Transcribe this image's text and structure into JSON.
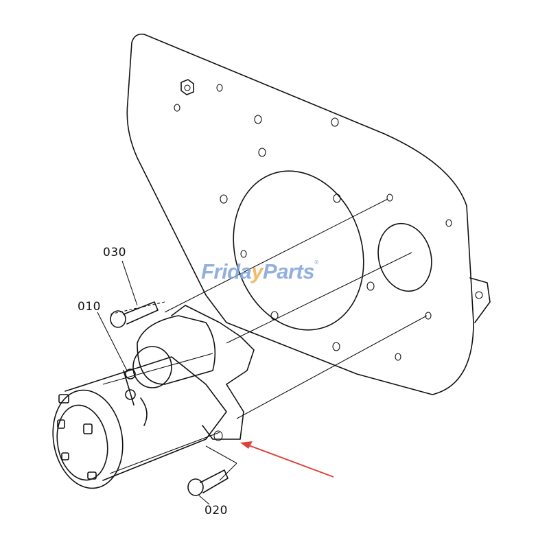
{
  "diagram": {
    "part_labels": [
      {
        "id": "030",
        "text": "030"
      },
      {
        "id": "010",
        "text": "010"
      },
      {
        "id": "020",
        "text": "020"
      }
    ],
    "watermark": {
      "text_before": "Frida",
      "text_accent": "y",
      "text_after": "Parts",
      "mark": "®"
    },
    "colors": {
      "line": "#111111",
      "watermark_blue": "#7fa3d6",
      "watermark_orange": "#f0b050",
      "arrow": "#e0403a"
    }
  }
}
